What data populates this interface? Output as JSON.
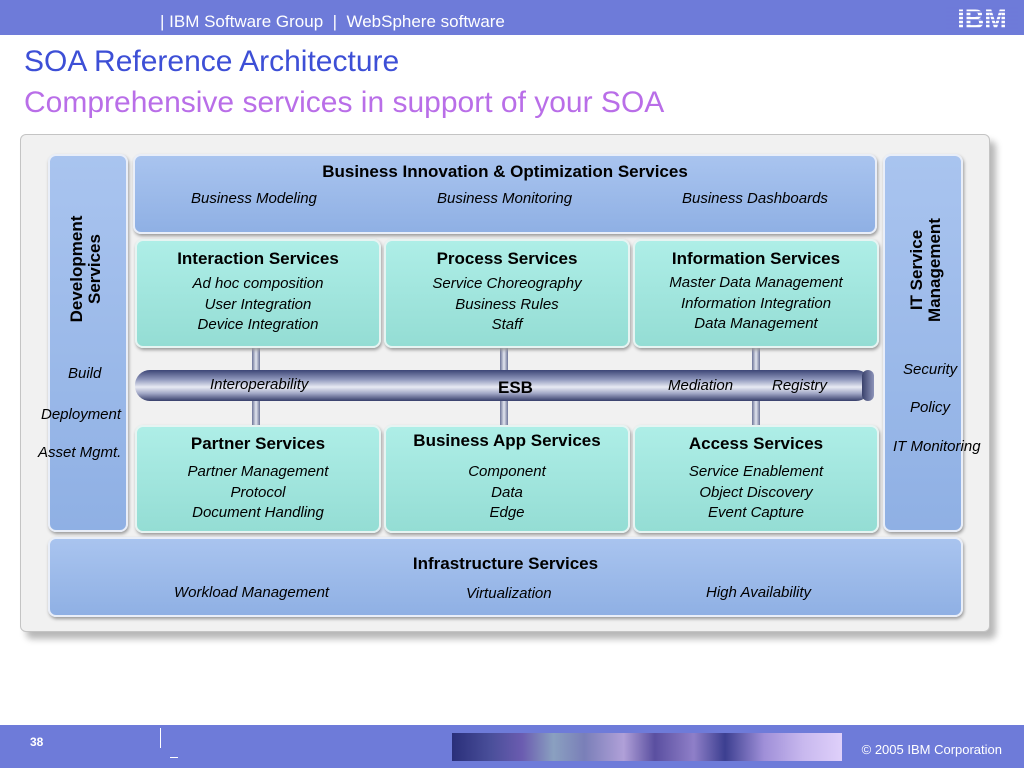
{
  "header": {
    "group": "| IBM Software Group  |  WebSphere software",
    "logo": "IBM"
  },
  "title": "SOA Reference Architecture",
  "subtitle": "Comprehensive services in support of your SOA",
  "development": {
    "title_line1": "Development",
    "title_line2": "Services",
    "items": [
      "Build",
      "Deployment",
      "Asset Mgmt."
    ]
  },
  "it_service": {
    "title_line1": "IT Service",
    "title_line2": "Management",
    "items": [
      "Security",
      "Policy",
      "IT Monitoring"
    ]
  },
  "business_innovation": {
    "title": "Business Innovation & Optimization Services",
    "items": [
      "Business Modeling",
      "Business Monitoring",
      "Business Dashboards"
    ]
  },
  "interaction": {
    "title": "Interaction Services",
    "items": [
      "Ad hoc composition",
      "User Integration",
      "Device Integration"
    ]
  },
  "process": {
    "title": "Process Services",
    "items": [
      "Service Choreography",
      "Business Rules",
      "Staff"
    ]
  },
  "information": {
    "title": "Information Services",
    "items": [
      "Master Data Management",
      "Information Integration",
      "Data Management"
    ]
  },
  "esb": {
    "label": "ESB",
    "interoperability": "Interoperability",
    "mediation": "Mediation",
    "registry": "Registry"
  },
  "partner": {
    "title": "Partner Services",
    "items": [
      "Partner Management",
      "Protocol",
      "Document Handling"
    ]
  },
  "business_app": {
    "title": "Business App Services",
    "items": [
      "Component",
      "Data",
      "Edge"
    ]
  },
  "access": {
    "title": "Access Services",
    "items": [
      "Service Enablement",
      "Object Discovery",
      "Event Capture"
    ]
  },
  "infrastructure": {
    "title": "Infrastructure Services",
    "items": [
      "Workload Management",
      "Virtualization",
      "High Availability"
    ]
  },
  "footer": {
    "page_number": "38",
    "copyright": "© 2005 IBM Corporation"
  },
  "colors": {
    "header_bar": "#6e7bd9",
    "title": "#3d4fd6",
    "subtitle": "#b96ee8",
    "blue_box": "#9ab8ea",
    "teal_box": "#a2e6de"
  }
}
